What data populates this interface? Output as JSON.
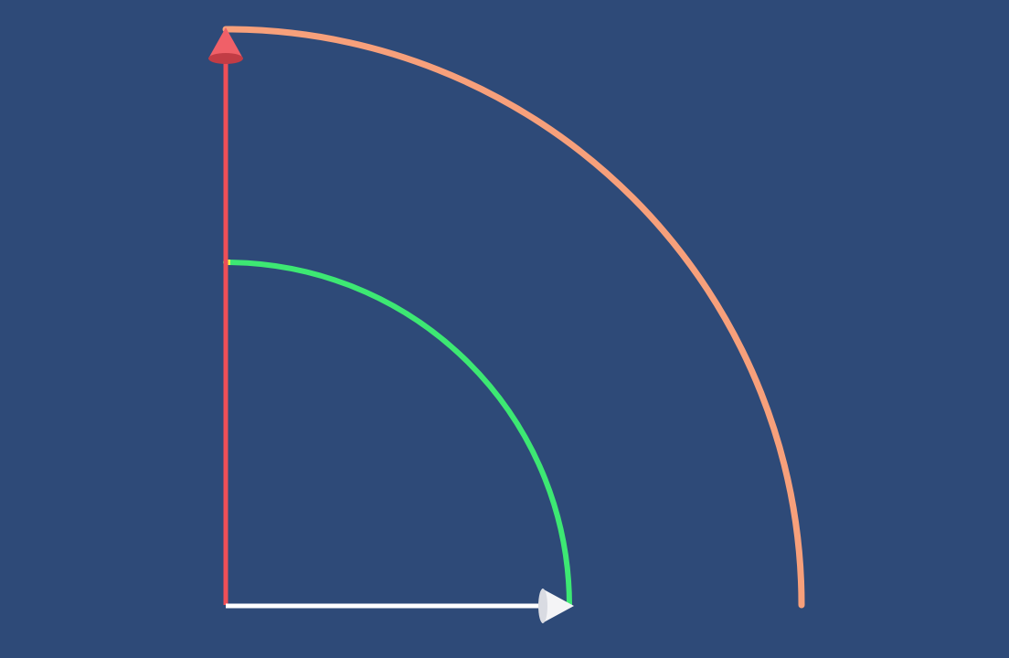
{
  "background_color": "#2e4a78",
  "colors": {
    "vertical_axis": "#ef4f57",
    "vertical_arrowhead": "#f06068",
    "horizontal_axis": "#ffffff",
    "horizontal_arrowhead": "#f4f4f6",
    "inner_arc": "#3de873",
    "inner_arc_start_marker": "#e8f048",
    "outer_arc": "#f7a07b"
  },
  "elements": [
    {
      "name": "vertical-red-arrow",
      "kind": "arrow",
      "direction": "up",
      "color": "vertical_axis"
    },
    {
      "name": "horizontal-white-arrow",
      "kind": "arrow",
      "direction": "right",
      "color": "horizontal_axis"
    },
    {
      "name": "inner-green-quarter-arc",
      "kind": "arc",
      "sweep_degrees": 90,
      "color": "inner_arc"
    },
    {
      "name": "outer-orange-quarter-arc",
      "kind": "arc",
      "sweep_degrees": 90,
      "color": "outer_arc"
    }
  ]
}
